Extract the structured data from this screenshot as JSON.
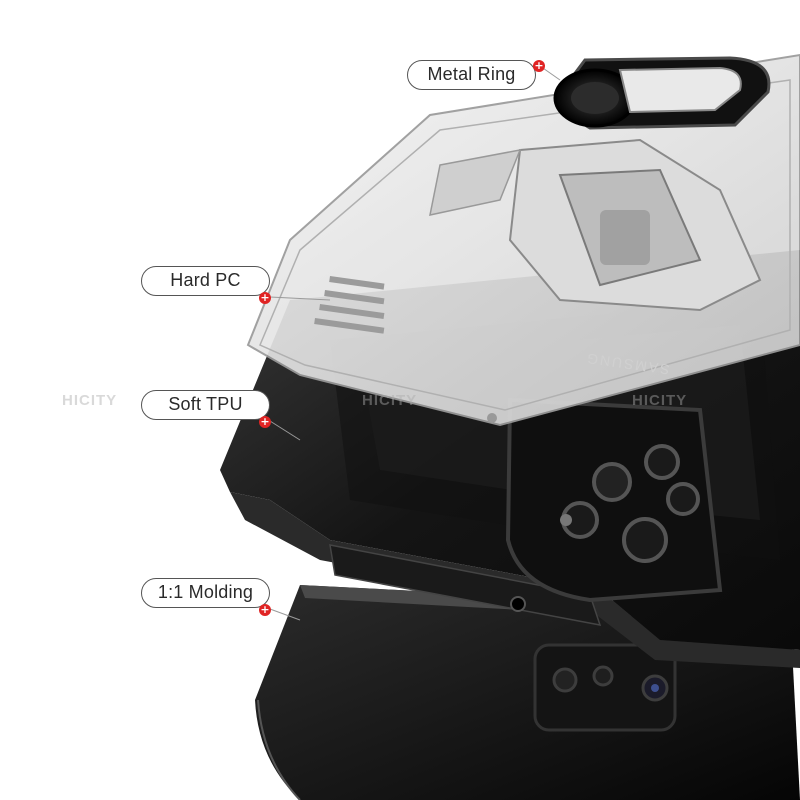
{
  "labels": {
    "metal_ring": "Metal Ring",
    "hard_pc": "Hard PC",
    "soft_tpu": "Soft TPU",
    "molding": "1:1 Molding"
  },
  "plus_icon": "+",
  "watermark": [
    "HICITY",
    "HICITY",
    "HICITY"
  ],
  "case_brand": "SAMSUNG",
  "colors": {
    "accent": "#e02424",
    "outline": "#555555"
  }
}
